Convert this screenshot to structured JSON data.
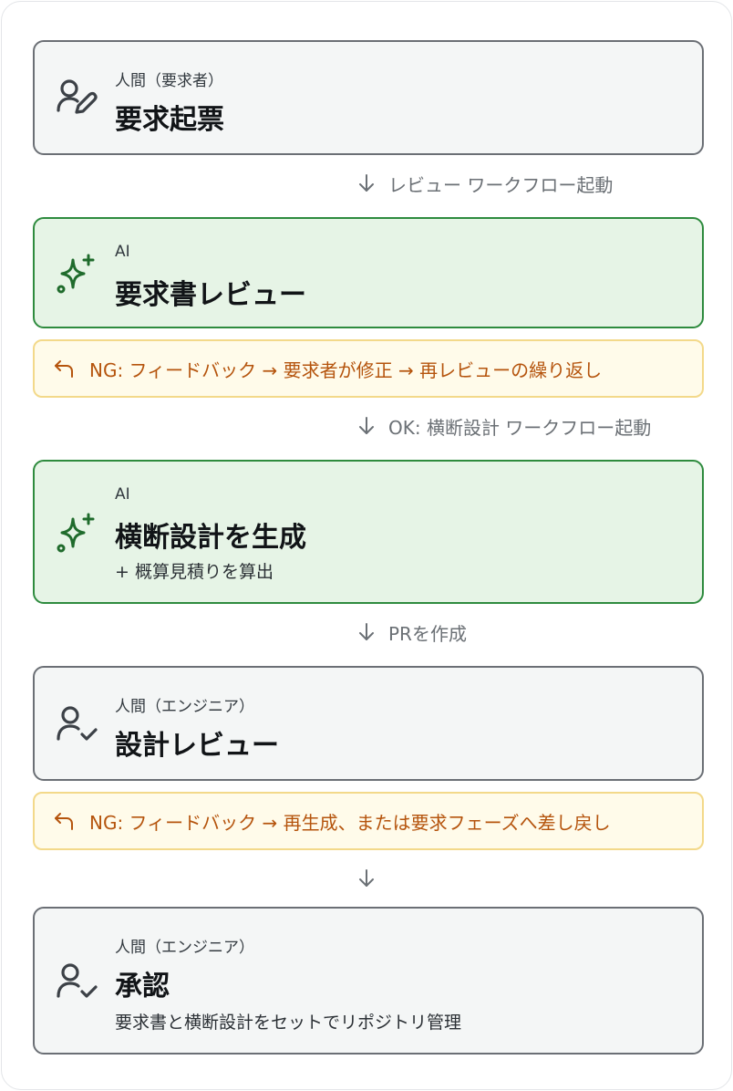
{
  "steps": [
    {
      "tag": "人間（要求者）",
      "title": "要求起票",
      "icon": "person-edit-icon"
    },
    {
      "tag": "AI",
      "title": "要求書レビュー",
      "icon": "sparkles-icon"
    },
    {
      "tag": "AI",
      "title": "横断設計を生成",
      "subtitle": "+ 概算見積りを算出",
      "icon": "sparkles-icon"
    },
    {
      "tag": "人間（エンジニア）",
      "title": "設計レビュー",
      "icon": "person-check-icon"
    },
    {
      "tag": "人間（エンジニア）",
      "title": "承認",
      "subtitle": "要求書と横断設計をセットでリポジトリ管理",
      "icon": "person-check-icon"
    }
  ],
  "connectors": [
    {
      "label": "レビュー ワークフロー起動"
    },
    {
      "label": "OK: 横断設計 ワークフロー起動"
    },
    {
      "label": "PRを作成"
    },
    {
      "label": ""
    }
  ],
  "feedback": [
    {
      "label": "NG: フィードバック → 要求者が修正 → 再レビューの繰り返し"
    },
    {
      "label": "NG: フィードバック → 再生成、または要求フェーズへ差し戻し"
    }
  ],
  "colors": {
    "human_border": "#6b6f75",
    "human_bg": "#f4f6f6",
    "ai_border": "#2e8b3e",
    "ai_bg": "#e6f4e6",
    "ng_border": "#f3d98a",
    "ng_bg": "#fffbea",
    "ng_text": "#b5540d"
  }
}
